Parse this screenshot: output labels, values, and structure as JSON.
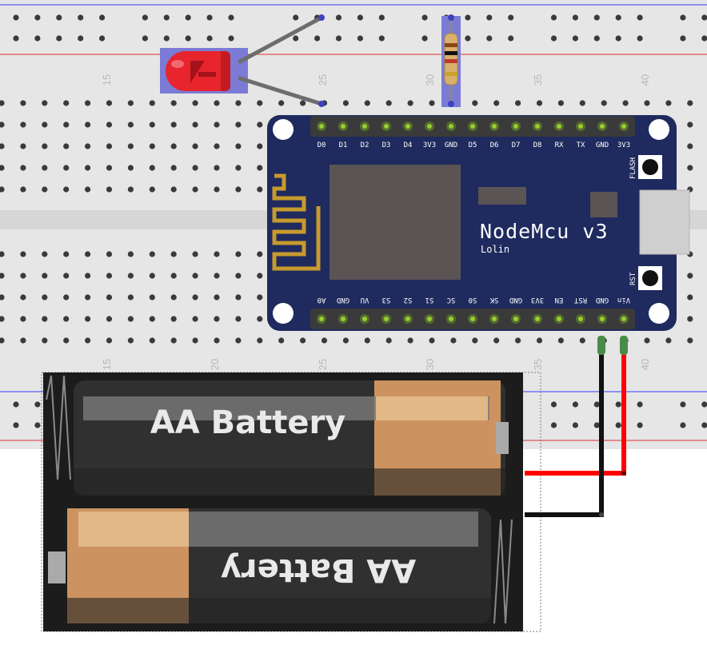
{
  "breadboard": {
    "column_numbers_top": [
      "15",
      "25",
      "30",
      "35",
      "40"
    ],
    "column_numbers_bottom": [
      "15",
      "20",
      "25",
      "30",
      "35",
      "40"
    ]
  },
  "nodemcu": {
    "title": "NodeMcu v3",
    "subtitle": "Lolin",
    "top_pins": [
      "D0",
      "D1",
      "D2",
      "D3",
      "D4",
      "3V3",
      "GND",
      "D5",
      "D6",
      "D7",
      "D8",
      "RX",
      "TX",
      "GND",
      "3V3"
    ],
    "bottom_pins": [
      "A0",
      "GND",
      "VU",
      "S3",
      "S2",
      "S1",
      "SC",
      "S0",
      "SK",
      "GND",
      "3V3",
      "EN",
      "RST",
      "GND",
      "Vin"
    ],
    "flash_label": "FLASH",
    "rst_label": "RST"
  },
  "batteries": {
    "top_label": "AA Battery",
    "bottom_label": "AA Battery"
  },
  "colors": {
    "board_blue": "#1f2a5e",
    "wire_red": "#ff0000",
    "wire_black": "#111111",
    "led_red": "#e8242d",
    "selection_highlight": "#7b7bd6"
  }
}
